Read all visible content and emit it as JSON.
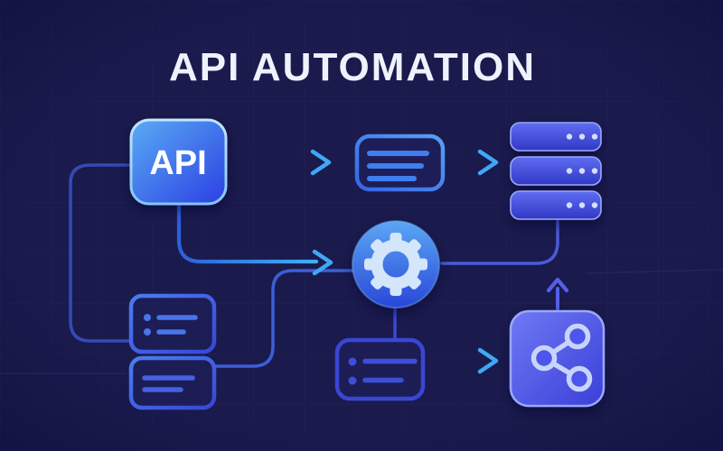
{
  "title": "API AUTOMATION",
  "nodes": {
    "api_box": {
      "label": "API",
      "kind": "filled-rounded-square"
    },
    "request_panel": {
      "icon": "document-lines-icon",
      "line_count": 3,
      "kind": "outlined-panel"
    },
    "server_stack": {
      "icon": "server-stack-icon",
      "row_count": 3,
      "dots_per_row": 3,
      "kind": "filled-bars"
    },
    "process_gear": {
      "icon": "gear-icon",
      "teeth": 8,
      "kind": "filled-circle"
    },
    "checklist_panel": {
      "icon": "checklist-icon",
      "row_count": 2,
      "kind": "outlined-panel"
    },
    "text_panel": {
      "icon": "text-lines-icon",
      "line_count": 2,
      "kind": "outlined-panel"
    },
    "queue_panel": {
      "icon": "checklist-icon",
      "row_count": 2,
      "kind": "outlined-panel"
    },
    "share_box": {
      "icon": "share-network-icon",
      "kind": "filled-rounded-square"
    }
  },
  "edges": [
    {
      "from": "api_box",
      "to": "request_panel",
      "style": "arrow-right"
    },
    {
      "from": "request_panel",
      "to": "server_stack",
      "style": "arrow-right"
    },
    {
      "from": "api_box",
      "to": "process_gear",
      "style": "elbow-arrow"
    },
    {
      "from": "api_box",
      "to": "checklist_panel",
      "style": "left-loop-line"
    },
    {
      "from": "checklist_panel",
      "to": "process_gear",
      "style": "elbow-line"
    },
    {
      "from": "server_stack",
      "to": "process_gear",
      "style": "elbow-line"
    },
    {
      "from": "process_gear",
      "to": "queue_panel",
      "style": "vertical-line"
    },
    {
      "from": "queue_panel",
      "to": "share_box",
      "style": "arrow-right"
    },
    {
      "from": "share_box",
      "to": "server_stack",
      "style": "arrow-up-short"
    }
  ],
  "colors": {
    "background": "#1a1a4d",
    "grid_line": "#aab4ff",
    "title_text": "#eef2fc",
    "api_label": "#ffffff",
    "api_fill_start": "#5aabf5",
    "api_fill_end": "#2b3fe2",
    "api_border_start": "#c2e7fb",
    "api_border_end": "#86c4f6",
    "outline_bright_start": "#3566e6",
    "outline_bright_end": "#55a0f2",
    "outline_mid_start": "#4a7df0",
    "outline_mid_end": "#3747d6",
    "outline_dim": "#3a46d4",
    "doc_line": "#3f7eee",
    "bar_fill_start": "#5f6df2",
    "bar_fill_end": "#3138c4",
    "bar_border": "#9aa6f7",
    "bar_dot": "#d6defc",
    "gear_fill_start": "#5ba6f4",
    "gear_fill_end": "#2947d8",
    "gear_glyph": "#d4e6fb",
    "share_fill_start": "#6f79f4",
    "share_fill_end": "#3a3fd8",
    "share_border": "#9aa8f8",
    "share_glyph": "#c8d5fb",
    "share_circle_fill": "#4d55ea",
    "arrow_start": "#2c60d9",
    "arrow_end": "#3fb2f8",
    "arrow_head": "#3fa8f6",
    "line_dim": "#3b53c8",
    "line_mid": "#3d5ed6",
    "line_right": "#4a5ad8",
    "streak": "#3f8ae8"
  }
}
